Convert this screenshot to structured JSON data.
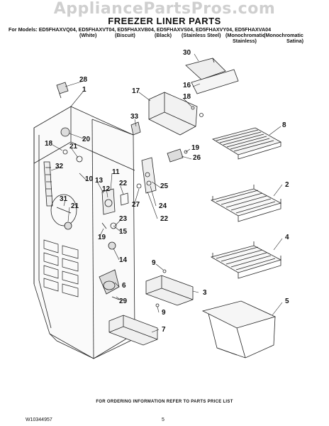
{
  "watermark": "AppliancePartsPros.com",
  "title": "FREEZER LINER PARTS",
  "models_line": "For Models: ED5FHAXVQ04, ED5FHAXVT04, ED5FHAXVB04, ED5FHAXVS04, ED5FHAXVY04, ED5FHAXVA04",
  "colors": {
    "white": "(White)",
    "biscuit": "(Biscuit)",
    "black": "(Black)",
    "stainless_steel": "(Stainless Steel)",
    "monochromatic_stainless_1": "(Monochromatic",
    "monochromatic_stainless_2": "Stainless)",
    "monochromatic_satina_1": "(Monochromatic",
    "monochromatic_satina_2": "Satina)"
  },
  "callouts": {
    "c28": "28",
    "c1": "1",
    "c20": "20",
    "c18a": "18",
    "c21a": "21",
    "c32": "32",
    "c10": "10",
    "c31": "31",
    "c21b": "21",
    "c33": "33",
    "c17": "17",
    "c18b": "18",
    "c30": "30",
    "c16": "16",
    "c8": "8",
    "c19a": "19",
    "c26": "26",
    "c11": "11",
    "c13": "13",
    "c12": "12",
    "c22a": "22",
    "c25": "25",
    "c27": "27",
    "c24": "24",
    "c22b": "22",
    "c2": "2",
    "c23": "23",
    "c19b": "19",
    "c15": "15",
    "c4": "4",
    "c14": "14",
    "c9a": "9",
    "c6": "6",
    "c3": "3",
    "c29": "29",
    "c9b": "9",
    "c5": "5",
    "c7": "7"
  },
  "footer_note": "FOR ORDERING INFORMATION REFER TO PARTS PRICE LIST",
  "doc_id": "W10344957",
  "page_number": "5"
}
